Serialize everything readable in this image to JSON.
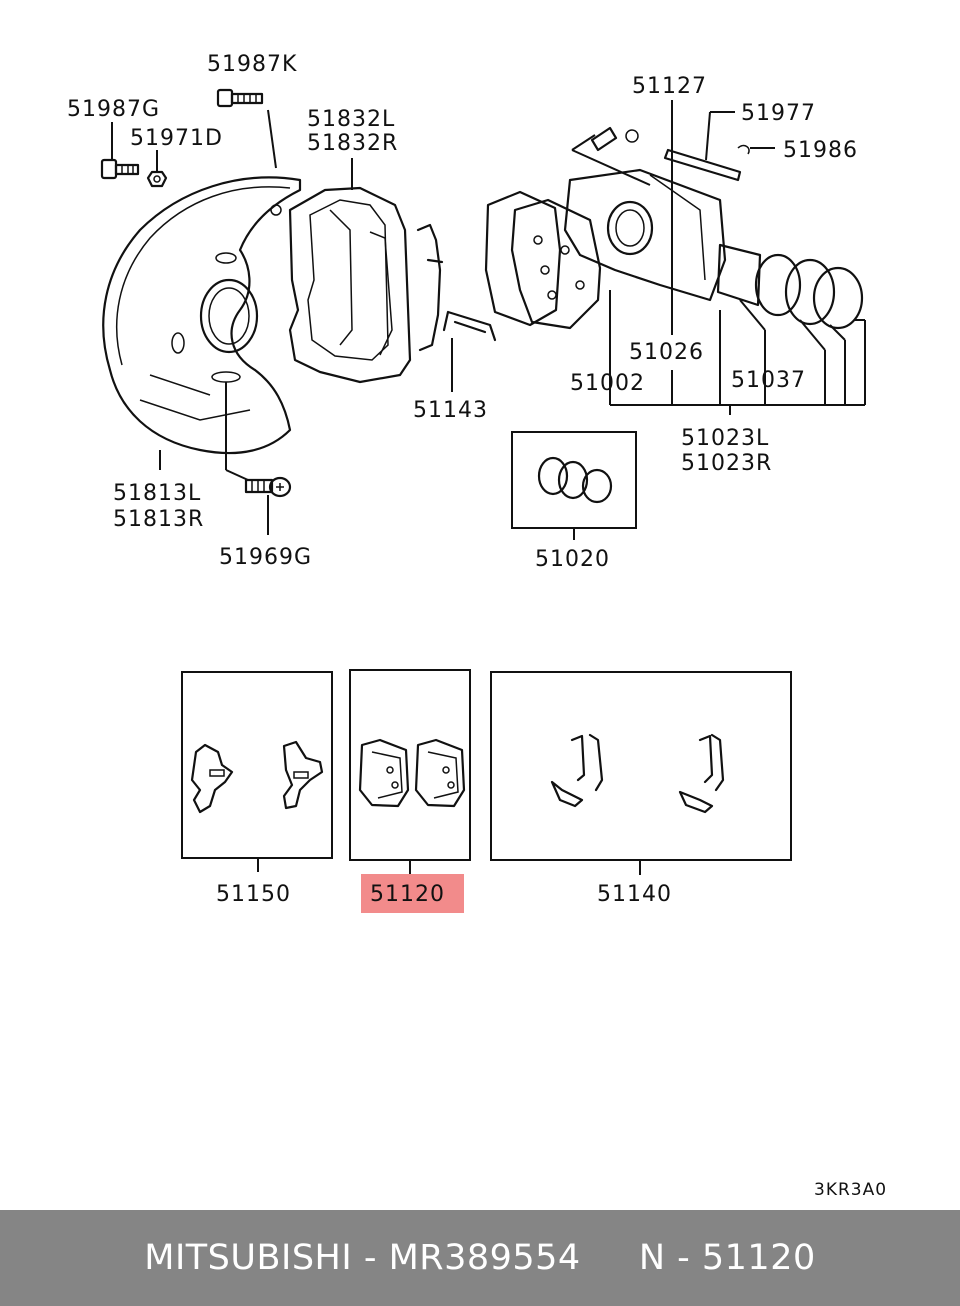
{
  "labels": {
    "l_51987k": "51987K",
    "l_51987g": "51987G",
    "l_51971d": "51971D",
    "l_51832l": "51832L",
    "l_51832r": "51832R",
    "l_51127": "51127",
    "l_51977": "51977",
    "l_51986": "51986",
    "l_51026": "51026",
    "l_51002": "51002",
    "l_51037": "51037",
    "l_51143": "51143",
    "l_51023l": "51023L",
    "l_51023r": "51023R",
    "l_51813l": "51813L",
    "l_51813r": "51813R",
    "l_51969g": "51969G",
    "l_51020": "51020",
    "l_51150": "51150",
    "l_51120": "51120",
    "l_51140": "51140"
  },
  "highlight_color": "#f28b8b",
  "diagram_code": "3KR3A0",
  "footer": {
    "text": "MITSUBISHI - MR389554     N - 51120",
    "background": "#858585"
  }
}
